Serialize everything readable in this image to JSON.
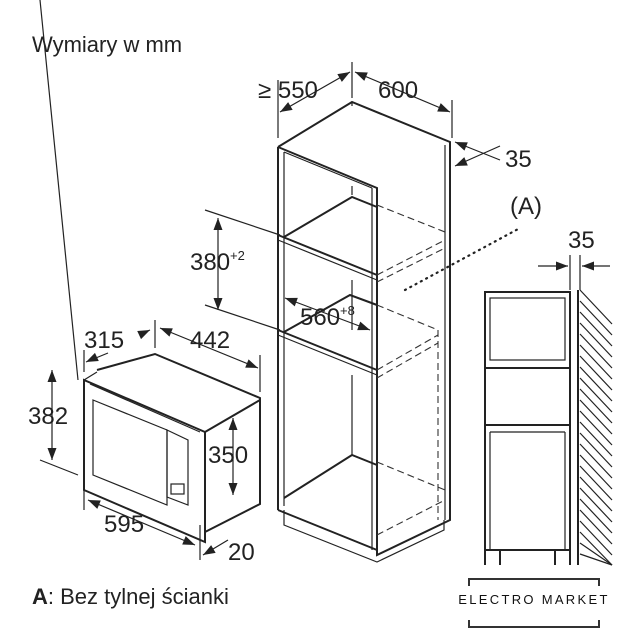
{
  "title": "Wymiary w mm",
  "dimensions": {
    "depth_min": "≥ 550",
    "width_cabinet": "600",
    "gap_back": "35",
    "label_a": "(A)",
    "niche_height": "380",
    "niche_height_tol": "+2",
    "niche_width": "560",
    "niche_width_tol": "+8",
    "side_gap": "35",
    "mw_depth": "315",
    "mw_width": "442",
    "mw_height": "382",
    "mw_body_height": "350",
    "mw_front_width": "595",
    "mw_front_depth": "20"
  },
  "footnote": {
    "key": "A",
    "text": ": Bez tylnej ścianki"
  },
  "logo": {
    "name": "ELECTRO MARKET"
  }
}
